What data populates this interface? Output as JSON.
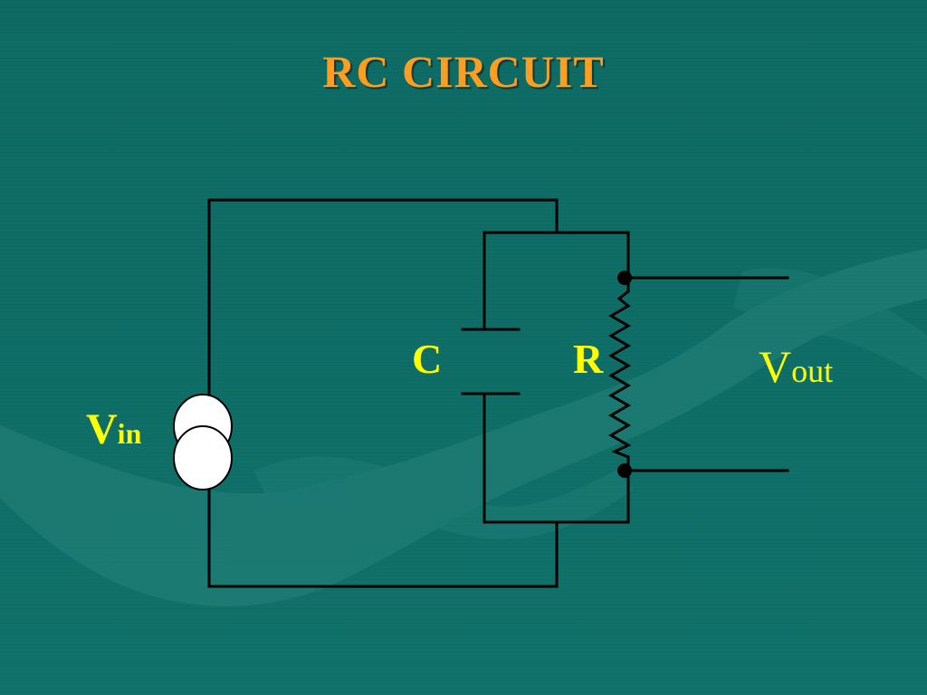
{
  "slide": {
    "title": "RC CIRCUIT"
  },
  "diagram": {
    "capacitor_label": "C",
    "resistor_label": "R",
    "input": {
      "symbol": "V",
      "subscript": "in"
    },
    "output": {
      "symbol": "V",
      "subscript": "out"
    }
  },
  "colors": {
    "background": "#0f6f68",
    "title": "#ff9d1e",
    "labels": "#ffff00",
    "wires": "#000000",
    "source_fill": "#ffffff"
  }
}
